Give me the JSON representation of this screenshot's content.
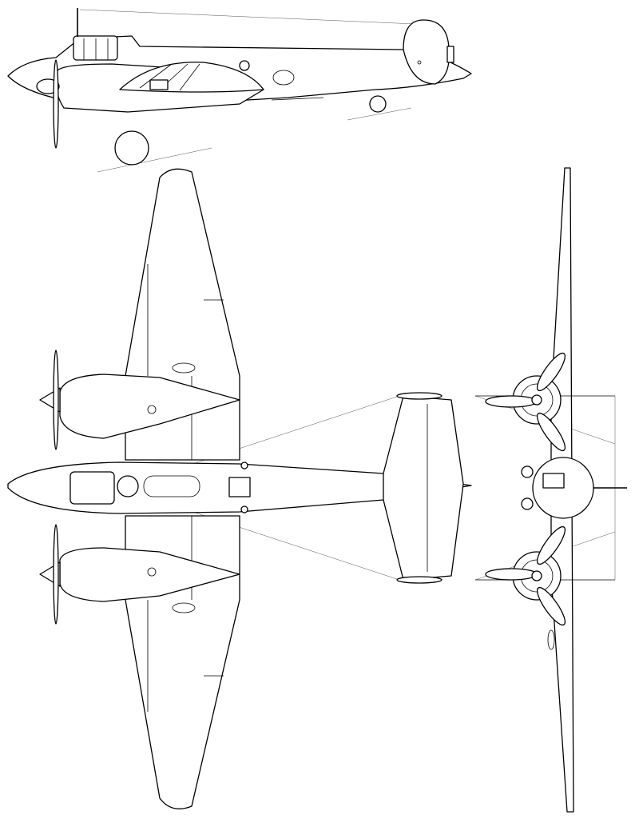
{
  "drawing": {
    "views": [
      "side",
      "top",
      "front"
    ],
    "colors": {
      "line": "#000000",
      "thin_line": "#555555",
      "background": "#ffffff"
    }
  }
}
